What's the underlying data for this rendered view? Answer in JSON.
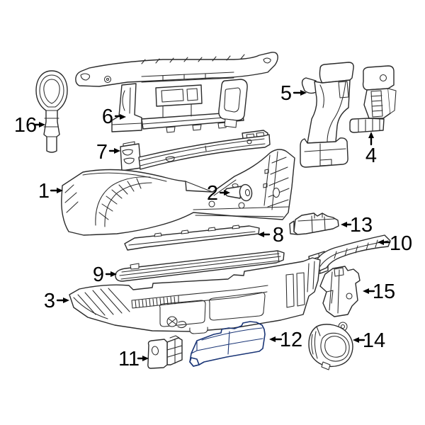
{
  "diagram": {
    "background_color": "#ffffff",
    "line_color": "#2b2b2b",
    "callout_color": "#000000",
    "highlight_fill": "#3e63c5",
    "highlight_fill_light": "#5b7bd2",
    "highlight_fill_dark": "#2b4da0",
    "highlight_stroke": "#1a3576",
    "highlighted_callout": "12",
    "callouts": [
      {
        "label": "1"
      },
      {
        "label": "2"
      },
      {
        "label": "3"
      },
      {
        "label": "4"
      },
      {
        "label": "5"
      },
      {
        "label": "6"
      },
      {
        "label": "7"
      },
      {
        "label": "8"
      },
      {
        "label": "9"
      },
      {
        "label": "10"
      },
      {
        "label": "11"
      },
      {
        "label": "12"
      },
      {
        "label": "13"
      },
      {
        "label": "14"
      },
      {
        "label": "15"
      },
      {
        "label": "16"
      }
    ]
  }
}
